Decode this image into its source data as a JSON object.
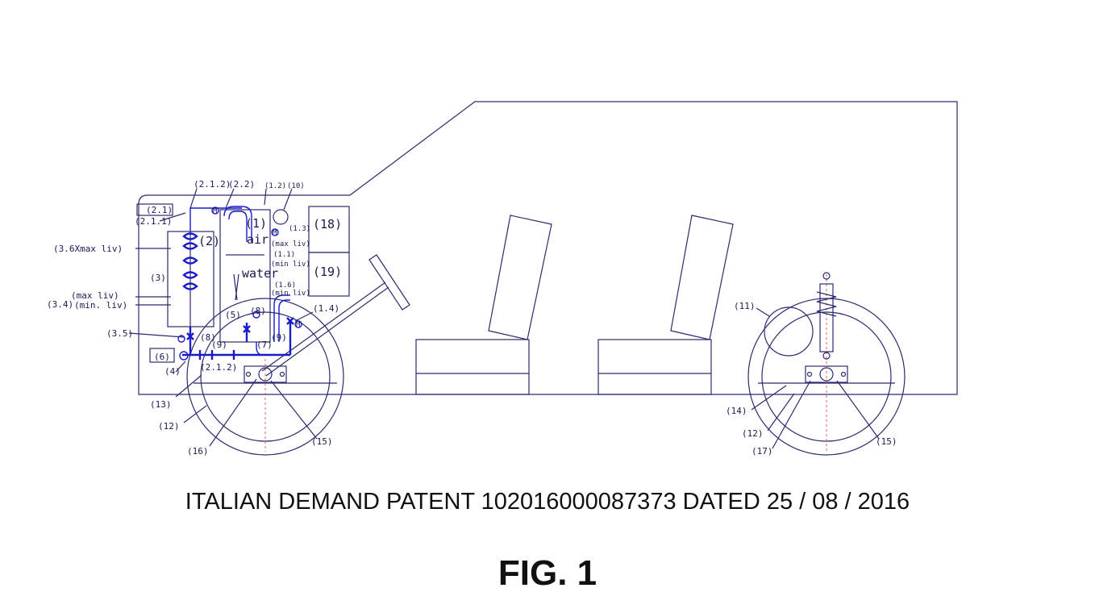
{
  "caption": "ITALIAN DEMAND PATENT  102016000087373 DATED  25 / 08 / 2016",
  "figure_label": "FIG. 1",
  "labels": {
    "p2_1": "(2.1)",
    "p2_1_1": "(2.1.1)",
    "p2_1_2_top": "(2.1.2)",
    "p2_2": "(2.2)",
    "p1_2": "(1.2)",
    "p10": "(10)",
    "p1": "(1)",
    "air": "air",
    "p1_3": "(1.3)",
    "p18": "(18)",
    "max_liv_tank": "(max liv)",
    "p1_1": "(1.1)",
    "min_liv_tank": "(min liv)",
    "p19": "(19)",
    "water": "water",
    "p1_6": "(1.6)",
    "min_liv_b": "(min liv)",
    "p2": "(2)",
    "p3_6": "(3.6Xmax liv)",
    "p3": "(3)",
    "max_liv": "(max liv)",
    "p3_4": "(3.4)",
    "min_liv": "(min. liv)",
    "p3_5": "(3.5)",
    "p5": "(5)",
    "p8_a": "(8)",
    "p8_b": "(8)",
    "p1_4": "(1.4)",
    "p9_a": "(9)",
    "p9_b": "(9)",
    "p7": "(7)",
    "p6": "(6)",
    "p4": "(4)",
    "p2_1_2_bot": "(2.1.2)",
    "p13": "(13)",
    "p12_front": "(12)",
    "p16": "(16)",
    "p15_front": "(15)",
    "p11": "(11)",
    "p14": "(14)",
    "p12_rear": "(12)",
    "p17": "(17)",
    "p15_rear": "(15)",
    "m_a": "M",
    "m_b": "M",
    "m_c": "M"
  },
  "colors": {
    "outline": "#2b2b6e",
    "piping": "#1a1acc",
    "centerline": "#d04040"
  }
}
